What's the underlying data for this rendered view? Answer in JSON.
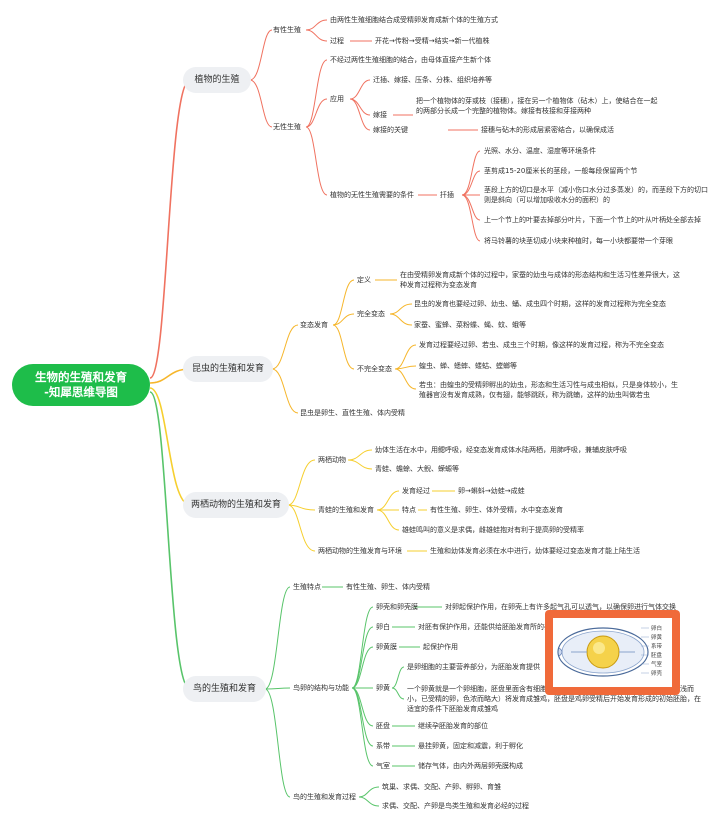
{
  "root": {
    "line1": "生物的生殖和发育",
    "line2": "-知犀思维导图"
  },
  "b1": {
    "title": "植物的生殖",
    "sexual": {
      "label": "有性生殖",
      "def": "由两性生殖细胞结合成受精卵发育成新个体的生殖方式",
      "process_label": "过程",
      "process": "开花→传粉→受精→结实→新一代植株"
    },
    "asexual": {
      "label": "无性生殖",
      "def": "不经过两性生殖细胞的结合，由母体直接产生新个体",
      "apply_label": "应用",
      "methods": "迁插、嫁接、压条、分株、组织培养等",
      "graft_label": "嫁接",
      "graft_desc": "把一个植物体的芽或枝（接穗），接在另一个植物体（砧木）上，使结合在一起的两部分长成一个完整的植物体。嫁接有枝接和芽接两种",
      "graft_key_label": "嫁接的关键",
      "graft_key": "接穗与砧木的形成层紧密结合，以确保成活",
      "cond_label": "植物的无性生殖需要的条件",
      "cutting_label": "扦插",
      "cutting_items": [
        "光照、水分、温度、湿度等环境条件",
        "茎剪成15-20厘米长的茎段，一般每段保留两个节",
        "茎段上方的切口是水平（减小伤口水分过多蒸发）的，而茎段下方的切口则是斜向（可以增加吸收水分的面积）的",
        "上一个节上的叶要去掉部分叶片，下面一个节上的叶从叶柄处全部去掉",
        "将马铃薯的块茎切成小块来种植时，每一小块都要带一个芽眼"
      ]
    }
  },
  "b2": {
    "title": "昆虫的生殖和发育",
    "meta_label": "变态发育",
    "def_label": "定义",
    "def": "在由受精卵发育成新个体的过程中，家蚕的幼虫与成体的形态结构和生活习性差异很大，这种发育过程称为变态发育",
    "complete_label": "完全变态",
    "complete_desc": "昆虫的发育也要经过卵、幼虫、蛹、成虫四个时期，这样的发育过程称为完全变态",
    "complete_ex": "家蚕、蜜蜂、菜粉蝶、蝇、蚊、蛾等",
    "incomplete_label": "不完全变态",
    "incomplete_desc": "发育过程要经过卵、若虫、成虫三个时期，像这样的发育过程，称为不完全变态",
    "incomplete_ex": "蝗虫、蝉、蟋蟀、蝼蛄、螳螂等",
    "nymph": "若虫：由蝗虫的受精卵孵出的幼虫，形态和生活习性与成虫相似，只是身体较小，生殖器官没有发育成熟，仅有翅，能够跳跃，称为跳蝻，这样的幼虫叫做若虫",
    "summary": "昆虫是卵生、直性生殖、体内受精"
  },
  "b3": {
    "title": "两栖动物的生殖和发育",
    "amph_label": "两栖动物",
    "amph_desc": "幼体生活在水中，用鳃呼吸，经变态发育成体水陆两栖，用肺呼吸，兼辅皮肤呼吸",
    "amph_ex": "青蛙、蟾蜍、大鲵、蝾螈等",
    "frog_label": "青蛙的生殖和发育",
    "dev_label": "发育经过",
    "dev": "卵→蝌蚪→幼蛙→成蛙",
    "feat_label": "特点",
    "feat": "有性生殖、卵生、体外受精，水中变态发育",
    "call": "雄蛙鸣叫的意义是求偶，雌雄蛙抱对有利于提高卵的受精率",
    "env_label": "两栖动物的生殖发育与环境",
    "env": "生殖和幼体发育必须在水中进行，幼体要经过变态发育才能上陆生活"
  },
  "b4": {
    "title": "鸟的生殖和发育",
    "feat_label": "生殖特点",
    "feat": "有性生殖、卵生、体内受精",
    "struct_label": "鸟卵的结构与功能",
    "shell_label": "卵壳和卵壳膜",
    "shell": "对卵起保护作用，在卵壳上有许多起气孔可以透气，以确保卵进行气体交换",
    "white_label": "卵白",
    "white": "对胚有保护作用，还能供给胚胎发育所的养料和水分",
    "yolkmem_label": "卵黄膜",
    "yolkmem": "起保护作用",
    "yolk_label": "卵黄",
    "yolk1": "是卵细胞的主要营养部分，为胚胎发育提供",
    "yolk2": "一个卵黄就是一个卵细胞，胚盘里面含有细胞核，受精的卵的胚盘（未受精的卵，胚盘色浅而小，已受精的卵，色浓而略大）将发育成雏鸡，胚盘是鸡卵受精后开始发育形成的初始胚胎，在适宜的条件下胚胎发育成雏鸡",
    "disc_label": "胚盘",
    "disc": "继续孕胚胎发育的部位",
    "chalaza_label": "系带",
    "chalaza": "悬挂卵黄，固定和减震，利于孵化",
    "air_label": "气室",
    "air": "储存气体，由内外两层卵壳膜构成",
    "proc_label": "鸟的生殖和发育过程",
    "proc1": "筑巢、求偶、交配、产卵、孵卵、育雏",
    "proc2": "求偶、交配、产卵是鸟类生殖和发育必经的过程",
    "egg_legend": [
      "卵白",
      "卵黄",
      "系带",
      "胚盘",
      "气室",
      "卵壳"
    ]
  },
  "colors": {
    "root": "#1ebd4a",
    "branch1": "#f07260",
    "branch2": "#f6b62b",
    "branch3": "#f6cf2f",
    "branch4": "#58c46a",
    "frame": "#f06a3a"
  }
}
